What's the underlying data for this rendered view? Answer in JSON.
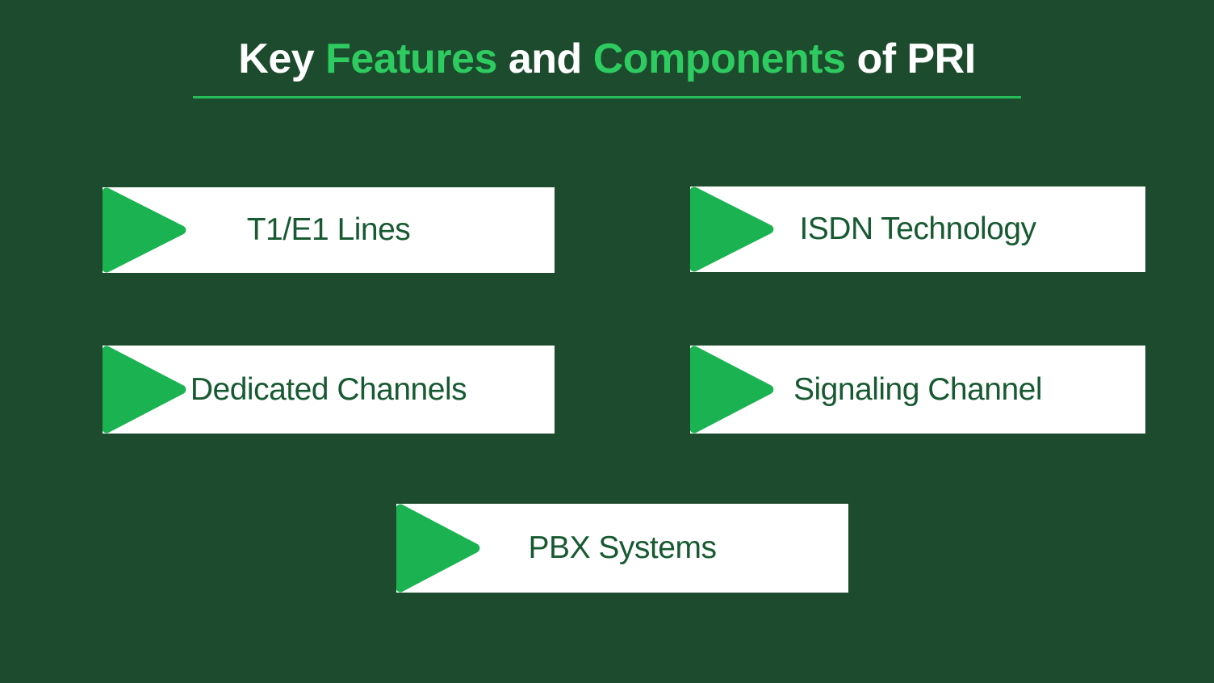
{
  "title": {
    "full_text": "Key Features and Components of PRI",
    "segments": [
      {
        "text": "Key ",
        "style": "white"
      },
      {
        "text": "Features",
        "style": "green"
      },
      {
        "text": " and ",
        "style": "white"
      },
      {
        "text": "Components",
        "style": "green"
      },
      {
        "text": " of PRI",
        "style": "white"
      }
    ]
  },
  "colors": {
    "background": "#1d4b2d",
    "title_white": "#ffffff",
    "title_accent_green": "#2dcb60",
    "divider_green": "#24bd59",
    "arrow_green": "#1bb351",
    "card_background": "#ffffff",
    "card_text_green": "#175a31"
  },
  "cards": [
    {
      "label": "T1/E1 Lines",
      "icon": "arrow-right-icon"
    },
    {
      "label": "ISDN Technology",
      "icon": "arrow-right-icon"
    },
    {
      "label": "Dedicated Channels",
      "icon": "arrow-right-icon"
    },
    {
      "label": "Signaling Channel",
      "icon": "arrow-right-icon"
    },
    {
      "label": "PBX Systems",
      "icon": "arrow-right-icon"
    }
  ]
}
